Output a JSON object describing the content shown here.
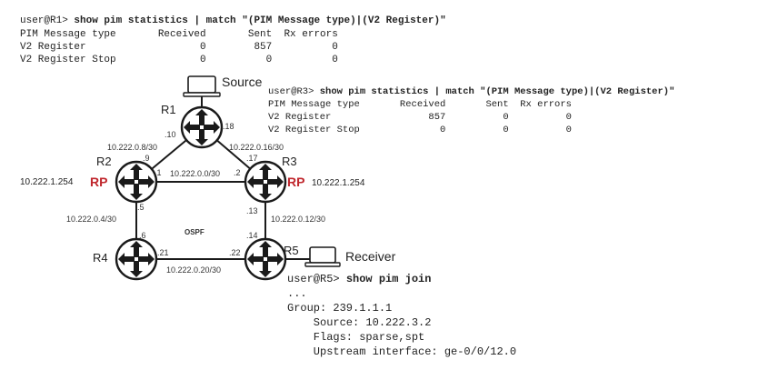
{
  "r1_block": {
    "prompt": "user@R1> ",
    "cmd": "show pim statistics | match \"(PIM Message type)|(V2 Register)\"",
    "lines": [
      "PIM Message type       Received       Sent  Rx errors",
      "V2 Register                   0        857          0",
      "V2 Register Stop              0          0          0"
    ]
  },
  "r3_block": {
    "prompt": "user@R3> ",
    "cmd": "show pim statistics | match \"(PIM Message type)|(V2 Register)\"",
    "lines": [
      "PIM Message type       Received       Sent  Rx errors",
      "V2 Register                 857          0          0",
      "V2 Register Stop              0          0          0"
    ]
  },
  "r5_block": {
    "prompt": "user@R5> ",
    "cmd": "show pim join",
    "lines": [
      "...",
      "Group: 239.1.1.1",
      "    Source: 10.222.3.2",
      "    Flags: sparse,spt",
      "    Upstream interface: ge-0/0/12.0"
    ]
  },
  "routers": {
    "r1": "R1",
    "r2": "R2",
    "r3": "R3",
    "r4": "R4",
    "r5": "R5"
  },
  "hosts": {
    "source": "Source",
    "receiver": "Receiver"
  },
  "rp_label": "RP",
  "rp_addresses": {
    "r2": "10.222.1.254",
    "r3": "10.222.1.254"
  },
  "protocol": "OSPF",
  "subnets": {
    "r1_r2": "10.222.0.8/30",
    "r1_r3": "10.222.0.16/30",
    "r2_r3": "10.222.0.0/30",
    "r2_r4": "10.222.0.4/30",
    "r3_r5": "10.222.0.12/30",
    "r4_r5": "10.222.0.20/30"
  },
  "iface": {
    "r1_10": ".10",
    "r1_18": ".18",
    "r2_9": ".9",
    "r2_1": ".1",
    "r2_5": ".5",
    "r3_17": ".17",
    "r3_2": ".2",
    "r3_13": ".13",
    "r4_6": ".6",
    "r4_21": ".21",
    "r5_14": ".14",
    "r5_22": ".22"
  },
  "colors": {
    "rp": "#c0272d",
    "router_fill": "#ffffff",
    "router_stroke": "#1a1a1a"
  }
}
